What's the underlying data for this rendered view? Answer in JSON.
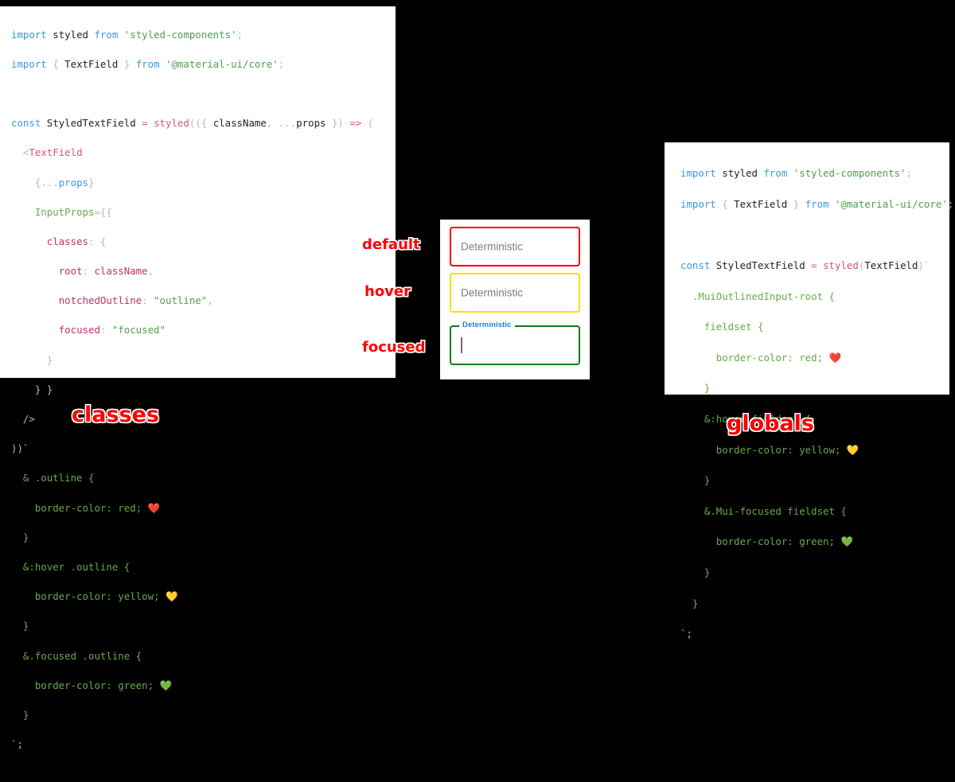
{
  "background_color": "#000000",
  "panels": {
    "classes": {
      "caption": "classes",
      "code_lines": [
        "import styled from 'styled-components';",
        "import { TextField } from '@material-ui/core';",
        "",
        "const StyledTextField = styled(({ className, ...props }) => (",
        "  <TextField",
        "    {...props}",
        "    InputProps={{",
        "      classes: {",
        "        root: className,",
        "        notchedOutline: \"outline\",",
        "        focused: \"focused\"",
        "      }",
        "    } }",
        "  />",
        "))`",
        "  & .outline {",
        "    border-color: red; ❤️",
        "  }",
        "  &:hover .outline {",
        "    border-color: yellow; 💛",
        "  }",
        "  &.focused .outline {",
        "    border-color: green; 💚",
        "  }",
        "`;"
      ]
    },
    "globals": {
      "caption": "globals",
      "code_lines": [
        "import styled from 'styled-components';",
        "import { TextField } from '@material-ui/core';",
        "",
        "const StyledTextField = styled(TextField)`",
        "  .MuiOutlinedInput-root {",
        "    fieldset {",
        "      border-color: red; ❤️",
        "    }",
        "    &:hover fieldset {",
        "      border-color: yellow; 💛",
        "    }",
        "    &.Mui-focused fieldset {",
        "      border-color: green; 💚",
        "    }",
        "  }",
        "`;"
      ]
    }
  },
  "demo": {
    "fields": [
      {
        "state": "default",
        "label": "Deterministic",
        "border_color": "#ff0000",
        "text": "Deterministic",
        "floating_label": false,
        "caret": false
      },
      {
        "state": "hover",
        "label": "Deterministic",
        "border_color": "#f5e100",
        "text": "Deterministic",
        "floating_label": false,
        "caret": false
      },
      {
        "state": "focused",
        "label": "Deterministic",
        "border_color": "#0a7c11",
        "text": "",
        "floating_label": true,
        "caret": true
      }
    ]
  },
  "annotations": {
    "default": "default",
    "hover": "hover",
    "focused": "focused",
    "classes": "classes",
    "globals": "globals"
  },
  "colors": {
    "keyword": "#3a9ad9",
    "string": "#4f9e4f",
    "function": "#e0527c",
    "css_selector": "#6aaa4a",
    "object_key": "#c0306c",
    "punctuation": "#b8b8b8",
    "annotation": "#ff0000",
    "red_heart": "#e8262a",
    "yellow_heart": "#f5c518",
    "green_heart": "#3cb44b"
  }
}
